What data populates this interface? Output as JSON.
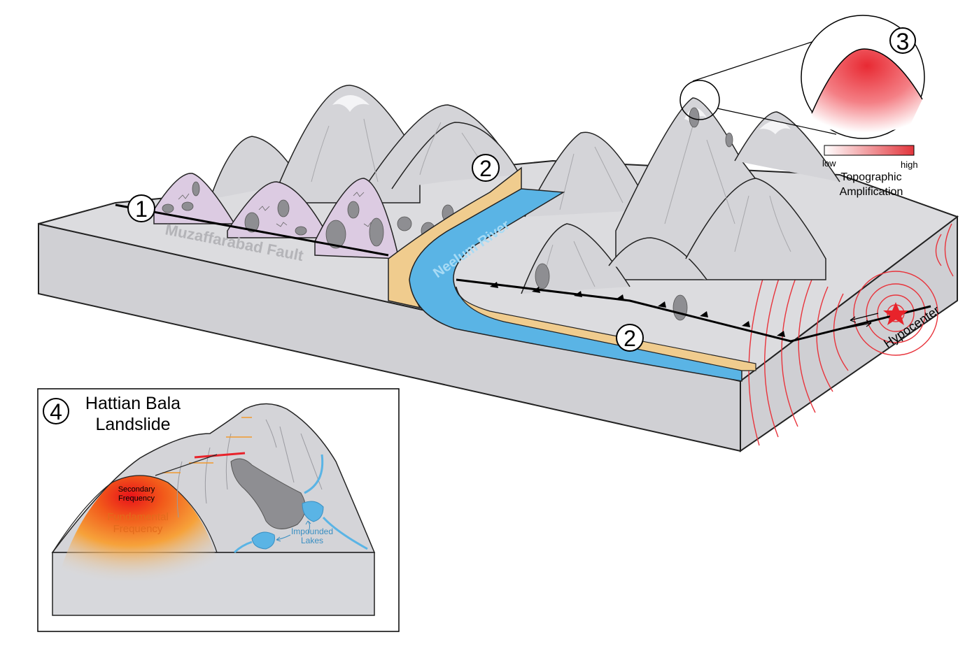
{
  "callouts": {
    "one": "1",
    "two_top": "2",
    "two_bottom": "2",
    "three": "3",
    "four": "4"
  },
  "labels": {
    "fault": "Muzaffarabad Fault",
    "river": "Neelum River",
    "hypocenter": "Hypocenter"
  },
  "legend": {
    "low": "low",
    "high": "high",
    "title_line1": "Topographic",
    "title_line2": "Amplification"
  },
  "inset": {
    "title_line1": "Hattian Bala",
    "title_line2": "Landslide",
    "secondary_line1": "Secondary",
    "secondary_line2": "Frequency",
    "fundamental_line1": "Fundamental",
    "fundamental_line2": "Frequency",
    "lakes_line1": "Impounded",
    "lakes_line2": "Lakes"
  },
  "colors": {
    "block_top": "#dcdcdf",
    "block_side": "#d3d3d6",
    "mountain": "#d4d4d8",
    "snow": "#f4f4f6",
    "fault_zone": "#dccbe2",
    "bank": "#f0cc8e",
    "river": "#5ab4e5",
    "rock": "#8e8e92",
    "wave": "#e8343c",
    "amp_high": "#e82a33",
    "fundamental": "#f29a2e"
  }
}
